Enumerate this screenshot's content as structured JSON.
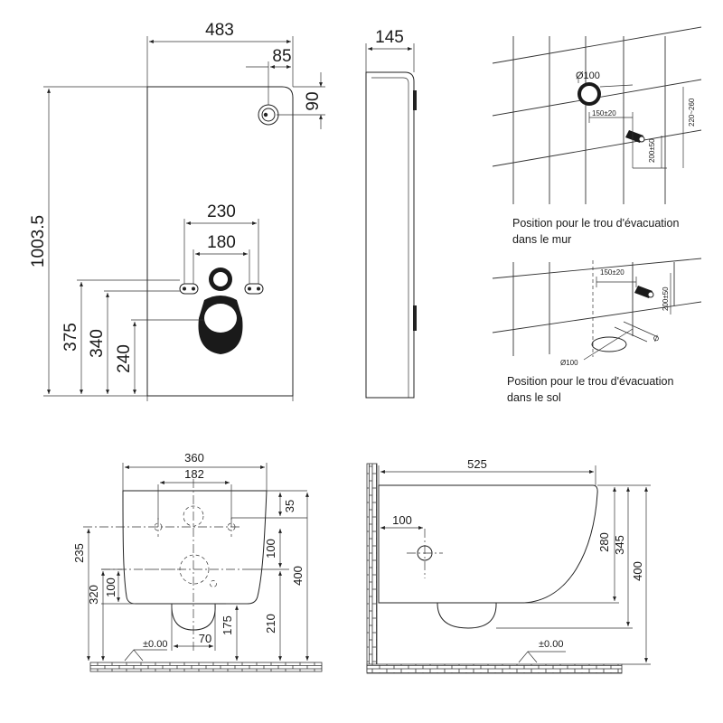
{
  "front_panel": {
    "width": "483",
    "height": "1003.5",
    "top_offset": "85",
    "top_drop": "90",
    "button_spacing_outer": "230",
    "button_spacing_inner": "180",
    "h_bolt_1": "375",
    "h_bolt_2": "340",
    "h_outlet": "240"
  },
  "side_panel": {
    "depth": "145"
  },
  "wall_detail": {
    "pipe_dia": "Ø100",
    "offset": "150±20",
    "height_tol": "200±50",
    "range": "220~260",
    "caption_line1": "Position pour le trou d'évacuation",
    "caption_line2": "dans le mur"
  },
  "floor_detail": {
    "offset": "150±20",
    "height_tol": "200±50",
    "pipe_dia_small": "Ø100",
    "pipe_dia_label": "Ø",
    "caption_line1": "Position pour le trou d'évacuation",
    "caption_line2": "dans le sol"
  },
  "bowl_front": {
    "width": "360",
    "bolt_spacing": "182",
    "top_35": "35",
    "h_235": "235",
    "h_320": "320",
    "h_100_left": "100",
    "h_100_right": "100",
    "h_400": "400",
    "h_210": "210",
    "h_175": "175",
    "w_70": "70",
    "level": "±0.00"
  },
  "bowl_side": {
    "length": "525",
    "offset_100": "100",
    "h_280": "280",
    "h_345": "345",
    "h_400": "400",
    "level": "±0.00"
  }
}
